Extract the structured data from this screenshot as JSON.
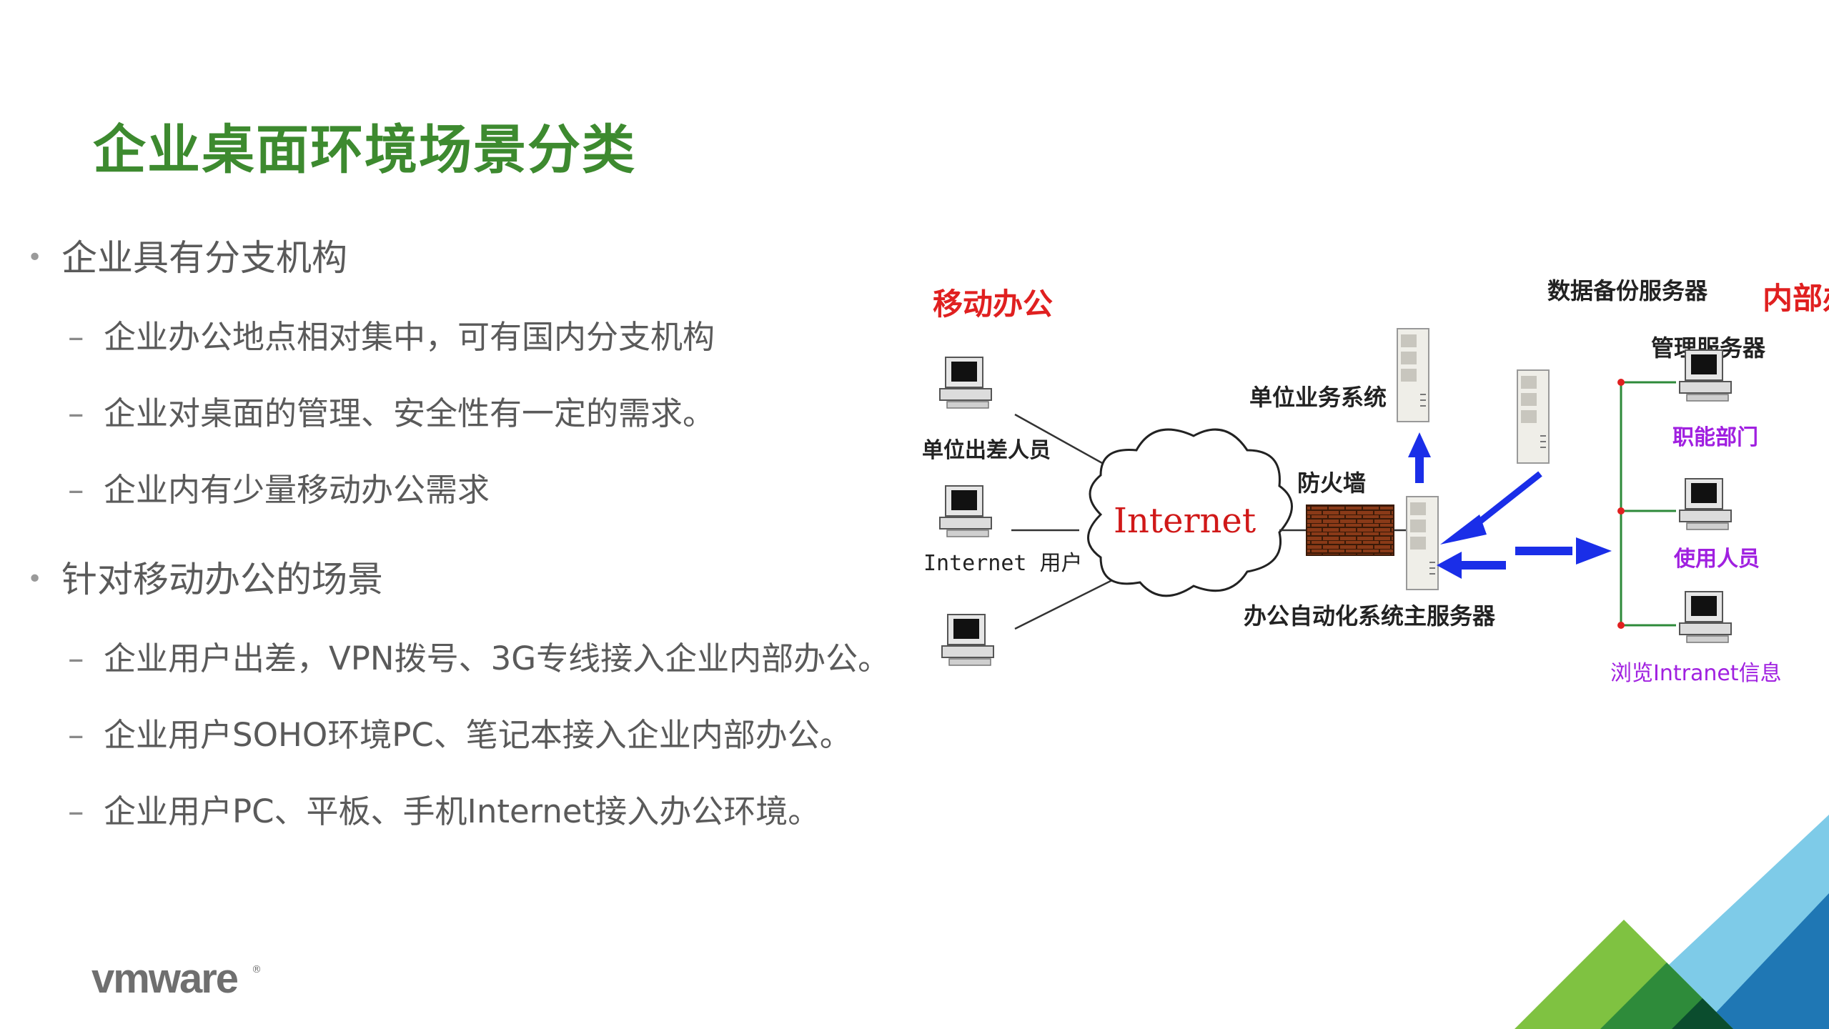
{
  "slide": {
    "title": "企业桌面环境场景分类",
    "bullets": [
      {
        "text": "企业具有分支机构",
        "subs": [
          "企业办公地点相对集中，可有国内分支机构",
          "企业对桌面的管理、安全性有一定的需求。",
          "企业内有少量移动办公需求"
        ]
      },
      {
        "text": "针对移动办公的场景",
        "subs": [
          "企业用户出差，VPN拨号、3G专线接入企业内部办公。",
          "企业用户SOHO环境PC、笔记本接入企业内部办公。",
          "企业用户PC、平板、手机Internet接入办公环境。"
        ]
      }
    ],
    "bullet_glyph": "•",
    "dash_glyph": "–"
  },
  "diagram": {
    "mobile_office": "移动办公",
    "internal_office": "内部办公",
    "backup_server": "数据备份服务器",
    "mgmt_server": "管理服务器",
    "business_system": "单位业务系统",
    "firewall": "防火墙",
    "main_server": "办公自动化系统主服务器",
    "internet": "Internet",
    "travel_staff": "单位出差人员",
    "internet_user": "Internet 用户",
    "dept": "职能部门",
    "users": "使用人员",
    "browse": "浏览Intranet信息"
  },
  "logo": {
    "text": "vmware",
    "mark": "®"
  },
  "colors": {
    "title_green": "#3d8a2f",
    "label_red": "#e02020",
    "label_purple": "#a020e0",
    "arrow_blue": "#1a2ee8",
    "corner_green_light": "#7fc241",
    "corner_green_dark": "#2e8b3a",
    "corner_blue_light": "#7ecbe8",
    "corner_blue_dark": "#1f77b4"
  }
}
